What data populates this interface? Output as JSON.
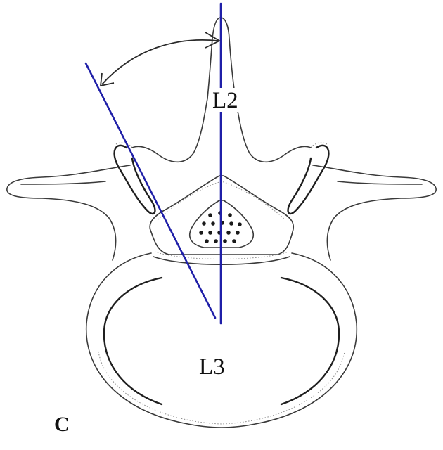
{
  "labels": {
    "upper_vertebra": "L2",
    "lower_vertebra": "L3",
    "panel": "C"
  },
  "colors": {
    "measurement_line": "#1f1fa8",
    "outline": "#3a3a3a",
    "background": "#ffffff"
  }
}
